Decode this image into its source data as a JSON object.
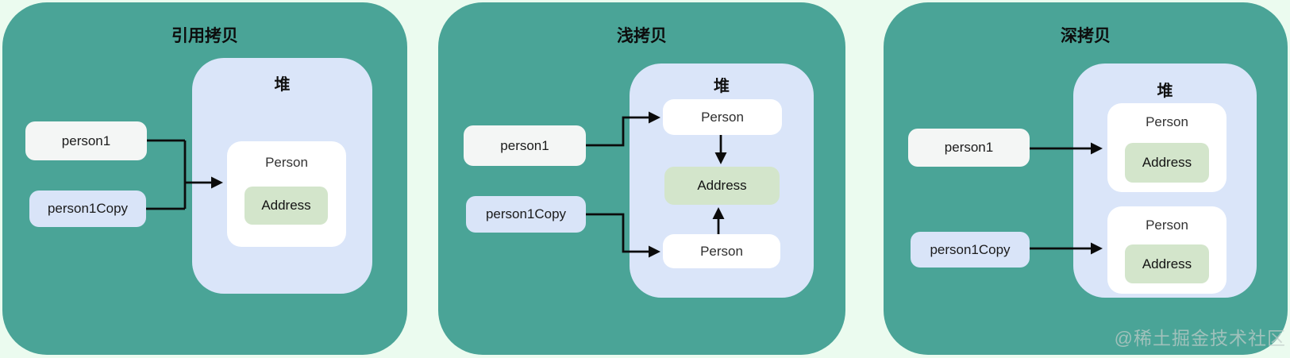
{
  "watermark": "@稀土掘金技术社区",
  "colors": {
    "panel_bg": "#4aa497",
    "page_bg": "#ebfbef",
    "heap_bg": "#dae5f9",
    "person_var_bg": "#f4f6f5",
    "copy_var_bg": "#d9e4f8",
    "object_bg": "#ffffff",
    "address_bg": "#d3e5cb",
    "connector": "#0b0b0b"
  },
  "panels": [
    {
      "id": "reference-copy",
      "title": "引用拷贝",
      "stack": [
        {
          "label": "person1"
        },
        {
          "label": "person1Copy"
        }
      ],
      "heap": {
        "title": "堆",
        "objects": [
          {
            "label": "Person",
            "address": {
              "label": "Address"
            }
          }
        ]
      }
    },
    {
      "id": "shallow-copy",
      "title": "浅拷贝",
      "stack": [
        {
          "label": "person1"
        },
        {
          "label": "person1Copy"
        }
      ],
      "heap": {
        "title": "堆",
        "nodes": [
          {
            "label": "Person"
          },
          {
            "label": "Address"
          },
          {
            "label": "Person"
          }
        ]
      }
    },
    {
      "id": "deep-copy",
      "title": "深拷贝",
      "stack": [
        {
          "label": "person1"
        },
        {
          "label": "person1Copy"
        }
      ],
      "heap": {
        "title": "堆",
        "objects": [
          {
            "label": "Person",
            "address": {
              "label": "Address"
            }
          },
          {
            "label": "Person",
            "address": {
              "label": "Address"
            }
          }
        ]
      }
    }
  ]
}
